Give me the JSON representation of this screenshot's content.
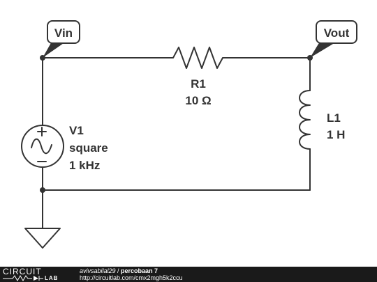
{
  "circuit": {
    "nodes": {
      "vin": "Vin",
      "vout": "Vout"
    },
    "r1": {
      "name": "R1",
      "value": "10 Ω"
    },
    "l1": {
      "name": "L1",
      "value": "1 H"
    },
    "v1": {
      "name": "V1",
      "waveform": "square",
      "frequency": "1 kHz"
    },
    "colors": {
      "wire": "#333333",
      "label_box": "#333333"
    }
  },
  "footer": {
    "brand_top": "CIRCUIT",
    "brand_bottom": "LAB",
    "user": "avivsabilal29",
    "separator": " / ",
    "title": "percobaan 7",
    "url": "http://circuitlab.com/cmx2mgh5k2ccu",
    "background": "#1a1a1a"
  }
}
